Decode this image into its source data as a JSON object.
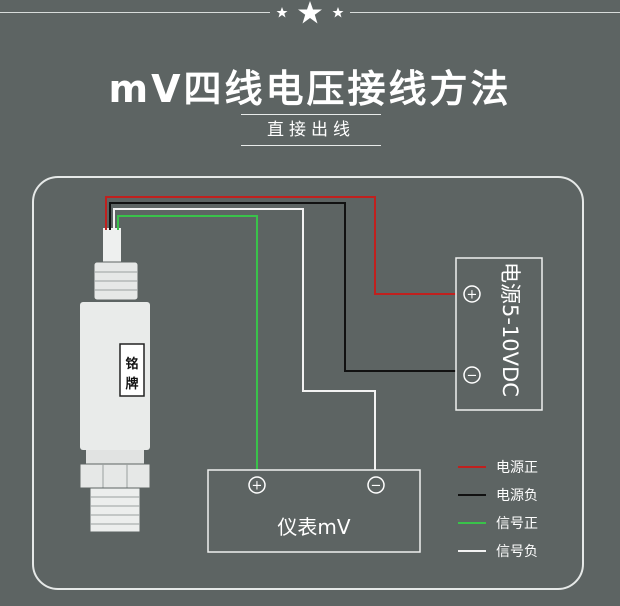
{
  "header": {
    "title": "mV四线电压接线方法",
    "subtitle": "直接出线"
  },
  "sensor": {
    "nameplate_line1": "铭",
    "nameplate_line2": "牌"
  },
  "power_box": {
    "label": "电源5-10VDC",
    "plus_symbol": "+",
    "minus_symbol": "−"
  },
  "meter_box": {
    "label": "仪表mV",
    "plus_symbol": "+",
    "minus_symbol": "−"
  },
  "legend": {
    "items": [
      {
        "label": "电源正",
        "color": "#c0201e"
      },
      {
        "label": "电源负",
        "color": "#111111"
      },
      {
        "label": "信号正",
        "color": "#39c24a"
      },
      {
        "label": "信号负",
        "color": "#f2f2f2"
      }
    ]
  },
  "colors": {
    "background": "#5d6463",
    "wire_power_positive": "#c0201e",
    "wire_power_negative": "#111111",
    "wire_signal_positive": "#39c24a",
    "wire_signal_negative": "#f2f2f2"
  }
}
